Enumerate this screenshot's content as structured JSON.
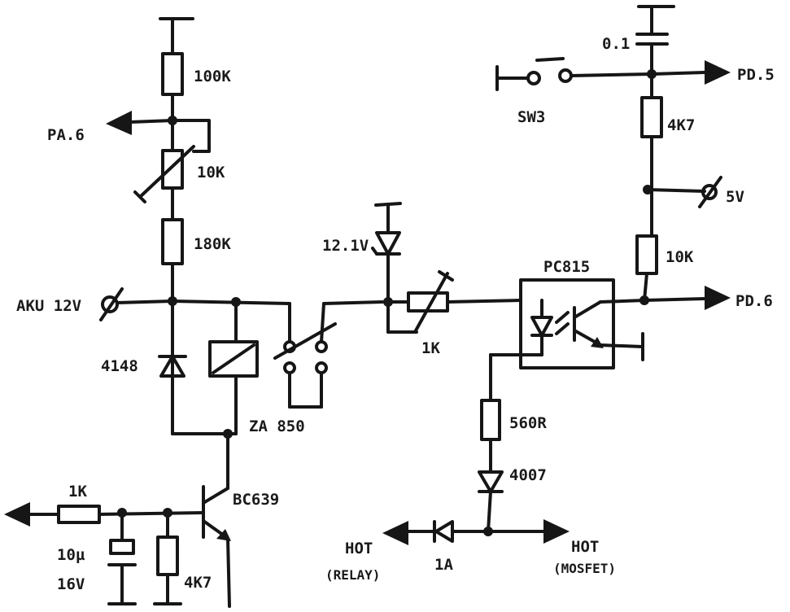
{
  "labels": {
    "pa6": "PA.6",
    "r100k": "100K",
    "pot10k": "10K",
    "r180k": "180K",
    "aku": "AKU 12V",
    "d4148": "4148",
    "relay": "ZA 850",
    "r1k_base": "1K",
    "cap": "10µ",
    "cap_v": "16V",
    "r4k7_base": "4K7",
    "transistor": "BC639",
    "zener": "12.1V",
    "pot1k": "1K",
    "opto": "PC815",
    "r560": "560R",
    "d4007": "4007",
    "hot_relay_1": "HOT",
    "hot_relay_2": "(RELAY)",
    "d1a": "1A",
    "hot_mosfet_1": "HOT",
    "hot_mosfet_2": "(MOSFET)",
    "c01": "0.1",
    "sw3": "SW3",
    "pd5": "PD.5",
    "r4k7_top": "4K7",
    "v5": "5V",
    "r10k": "10K",
    "pd6": "PD.6"
  }
}
